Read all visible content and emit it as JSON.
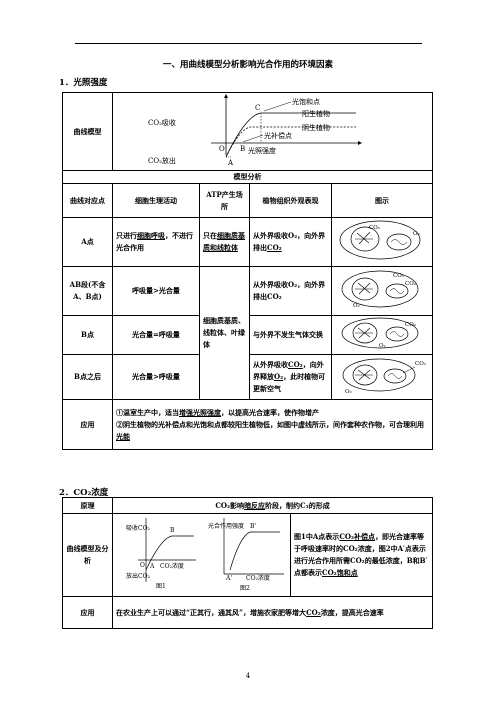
{
  "heading": "一、用曲线模型分析影响光合作用的环境因素",
  "section1": {
    "title": "1．光照强度"
  },
  "row_model": {
    "label": "曲线模型",
    "graph": {
      "y_label_top": "CO₂吸收",
      "y_label_bottom": "CO₂放出",
      "x_label": "光照强度",
      "point_C": "C",
      "point_B": "B",
      "point_A": "A",
      "origin": "O",
      "ann_saturation": "光饱和点",
      "ann_sun": "阳生植物",
      "ann_shade": "阴生植物",
      "ann_compensation": "光补偿点"
    }
  },
  "analysis_title": "模型分析",
  "headers": [
    "曲线对应点",
    "细胞生理活动",
    "ATP产生场所",
    "植物组织外观表现",
    "图示"
  ],
  "rows": [
    {
      "point": "A点",
      "activity_pre": "只进行",
      "activity_u": "细胞呼吸",
      "activity_post": "，不进行光合作用",
      "atp_pre": "只在",
      "atp_u": "细胞质基质和线粒体",
      "appearance_pre": "从外界吸收O₂，向外界排出",
      "appearance_u": "CO₂"
    },
    {
      "point": "AB段(不含A、B点)",
      "activity": "呼吸量>光合量",
      "appearance": "从外界吸收O₂，向外界排出CO₂"
    },
    {
      "point": "B点",
      "activity": "光合量=呼吸量",
      "appearance": "与外界不发生气体交换"
    },
    {
      "point": "B点之后",
      "activity": "光合量>呼吸量",
      "appearance_pre": "从外界吸收",
      "appearance_u1": "CO₂",
      "appearance_mid": "，向外界释放",
      "appearance_u2": "O₂",
      "appearance_post": "，此时植物可更新空气"
    }
  ],
  "atp_shared": "细胞质基质、线粒体、叶绿体",
  "diagram_labels": {
    "co2": "CO₂",
    "o2": "O₂"
  },
  "application1": {
    "label": "应用",
    "line1_pre": "①温室生产中，适当",
    "line1_u": "增强光照强度",
    "line1_post": "，以提高光合速率，使作物增产",
    "line2_pre": "②阴生植物的光补偿点和光饱和点都较阳生植物低，如图中虚线所示，间作套种农作物，可合理利用",
    "line2_u": "光能"
  },
  "section2": {
    "title": "2．CO₂浓度"
  },
  "principle": {
    "label": "原理",
    "text_pre": "CO₂影响",
    "text_u": "暗反应",
    "text_post": "阶段，制约C₃的形成"
  },
  "model2": {
    "label": "曲线模型及分析",
    "fig1": {
      "y_label": "吸收CO₂",
      "y_label2": "放出CO₂",
      "origin": "O",
      "point_A": "A",
      "point_B": "B",
      "x_label": "CO₂浓度",
      "caption": "图1"
    },
    "fig2": {
      "y_label": "光合作用强度",
      "point_A": "A'",
      "point_B": "B'",
      "x_label": "CO₂浓度",
      "caption": "图2"
    },
    "text_pre": "图1中A点表示",
    "text_u1": "CO₂补偿点",
    "text_mid1": "，即光合速率等于呼吸速率时的CO₂浓度，图2中A′点表示进行光合作用所需CO₂的最低浓度，B和B′点都表示",
    "text_u2": "CO₂饱和点"
  },
  "application2": {
    "label": "应用",
    "text_pre": "在农业生产上可以通过“正其行，通其风”，增施农家肥等增大",
    "text_u": "CO₂",
    "text_post": "浓度，提高光合速率"
  },
  "page_number": "4"
}
